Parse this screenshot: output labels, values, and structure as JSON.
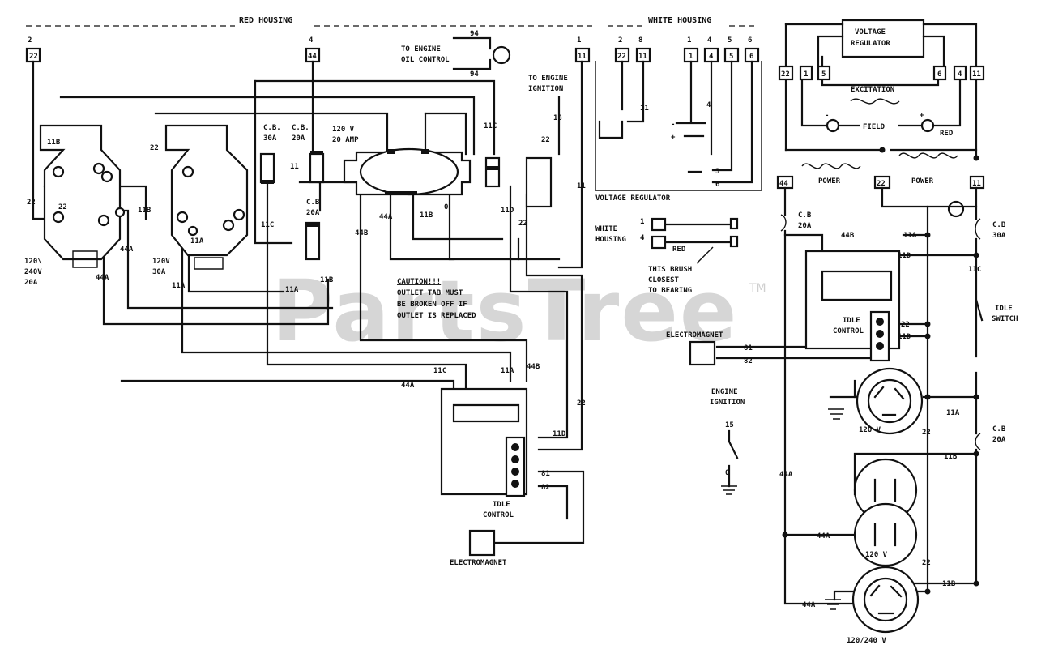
{
  "housings": {
    "red": "RED HOUSING",
    "white": "WHITE HOUSING"
  },
  "watermark": {
    "brand": "PartsTree",
    "tm": "TM"
  },
  "terminals_top": {
    "t22_wire": "2",
    "t22": "22",
    "t44_wire": "4",
    "t44": "44",
    "t11_wire": "1",
    "t11": "11",
    "w22_wire": "2",
    "w22": "22",
    "w11_wire": "8",
    "w11": "11",
    "w1_wire": "1",
    "w1": "1",
    "w4_wire": "4",
    "w4": "4",
    "w5_wire": "5",
    "w5": "5",
    "w6_wire": "6",
    "w6": "6"
  },
  "red_housing": {
    "oil_control": [
      "TO ENGINE",
      "OIL CONTROL"
    ],
    "oil_wire_a": "94",
    "oil_wire_b": "94",
    "ignition": [
      "TO ENGINE",
      "IGNITION"
    ],
    "ign_wire": "18",
    "cb30": [
      "C.B.",
      "30A"
    ],
    "cb20": [
      "C.B.",
      "20A"
    ],
    "cb20b": [
      "C.B",
      "20A"
    ],
    "outlet_rating": [
      "120 V",
      "20 AMP"
    ],
    "rec1_rating": [
      "120\\",
      "240V",
      "20A"
    ],
    "rec2_rating": [
      "120V",
      "30A"
    ],
    "caution": [
      "CAUTION!!!",
      "OUTLET TAB MUST",
      "BE BROKEN OFF IF",
      "OUTLET IS REPLACED"
    ],
    "idle_control": [
      "IDLE",
      "CONTROL"
    ],
    "electromagnet": "ELECTROMAGNET",
    "wires": {
      "w11b_a": "11B",
      "w22_a": "22",
      "w22_b": "22",
      "w22_c": "22",
      "w44a_a": "44A",
      "w44a_b": "44A",
      "w11b_b": "11B",
      "w11a_a": "11A",
      "w11a_b": "11A",
      "w11a_c": "11A",
      "w11b_c": "11B",
      "w11_a": "11",
      "w11c_a": "11C",
      "w44b_a": "44B",
      "w44a_c": "44A",
      "w11b_d": "11B",
      "w0": "0",
      "w11c_b": "11C",
      "w11d_a": "11D",
      "w22_d": "22",
      "w22_e": "22",
      "w11_b": "11",
      "w11c_c": "11C",
      "w11a_d": "11A",
      "w44b_b": "44B",
      "w44a_d": "44A",
      "w22_f": "22",
      "w11d_b": "11D",
      "w81": "81",
      "w82": "82"
    }
  },
  "white_housing": {
    "vr_label": "VOLTAGE REGULATOR",
    "vr_wire_11": "11",
    "vr_wire_4": "4",
    "vr_wire_3": "3",
    "vr_wire_6": "6",
    "minus": "-",
    "plus": "+",
    "brush_housing": [
      "WHITE",
      "HOUSING"
    ],
    "brush_1": "1",
    "brush_4": "4",
    "brush_red": "RED",
    "brush_note": [
      "THIS BRUSH",
      "CLOSEST",
      "TO BEARING"
    ]
  },
  "right": {
    "vreg": [
      "VOLTAGE",
      "REGULATOR"
    ],
    "excitation": "EXCITATION",
    "field": "FIELD",
    "red": "RED",
    "minus": "-",
    "plus": "+",
    "power1": "POWER",
    "power2": "POWER",
    "t22": "22",
    "t1": "1",
    "t5": "5",
    "t6": "6",
    "t4": "4",
    "t11": "11",
    "t44": "44",
    "t22b": "22",
    "t11b": "11",
    "cb_left": [
      "C.B",
      "20A"
    ],
    "cb_right": [
      "C.B",
      "30A"
    ],
    "cb_lower": [
      "C.B",
      "20A"
    ],
    "idle_switch": [
      "IDLE",
      "SWITCH"
    ],
    "idle_control": [
      "IDLE",
      "CONTROL"
    ],
    "electromagnet": "ELECTROMAGNET",
    "em_81": "81",
    "em_82": "82",
    "engine_ignition": [
      "ENGINE",
      "IGNITION"
    ],
    "ign_15": "15",
    "ign_0": "0",
    "rec_120_a": "120 V",
    "rec_120_b": "120 V",
    "rec_120_240": "120/240 V",
    "wires": {
      "w44b": "44B",
      "w11a_a": "11A",
      "w11d_a": "11D",
      "w11c": "11C",
      "w22_a": "22",
      "w11d_b": "11D",
      "w11a_b": "11A",
      "w22_b": "22",
      "w11b_a": "11B",
      "w44a_a": "44A",
      "w44a_b": "44A",
      "w22_c": "22",
      "w44a_c": "44A",
      "w11b_b": "11B"
    }
  }
}
